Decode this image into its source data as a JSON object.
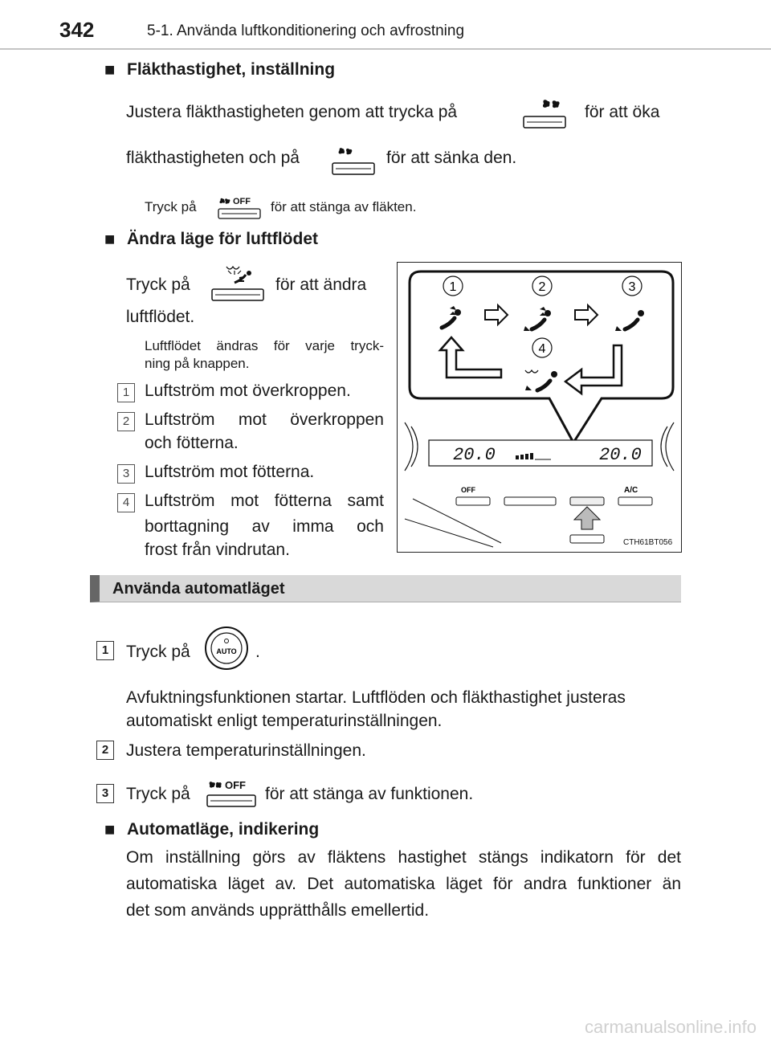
{
  "header": {
    "page_number": "342",
    "chapter": "5-1. Använda luftkonditionering och avfrostning"
  },
  "fan_speed": {
    "heading": "Fläkthastighet, inställning",
    "line1_a": "Justera fläkthastigheten genom att trycka på",
    "line1_b": "för att öka",
    "line2_a": "fläkthastigheten och på",
    "line2_b": "för att sänka den.",
    "note_a": "Tryck på",
    "note_b": "för att stänga av fläkten."
  },
  "airflow": {
    "heading": "Ändra läge för luftflödet",
    "line1_a": "Tryck på",
    "line1_b": "för att ändra",
    "line2": "luftflödet.",
    "note1": "Luftflödet ändras för varje tryck-",
    "note2": "ning på knappen.",
    "items": [
      {
        "num": "1",
        "lines": [
          "Luftström mot överkroppen."
        ]
      },
      {
        "num": "2",
        "lines": [
          "Luftström mot överkroppen",
          "och fötterna."
        ]
      },
      {
        "num": "3",
        "lines": [
          "Luftström mot fötterna."
        ]
      },
      {
        "num": "4",
        "lines": [
          "Luftström mot fötterna samt",
          "borttagning av imma och",
          "frost från vindrutan."
        ]
      }
    ]
  },
  "diagram": {
    "callouts": [
      "1",
      "2",
      "3",
      "4"
    ],
    "display_left": "20.0",
    "display_right": "20.0",
    "btn_off": "OFF",
    "btn_ac": "A/C",
    "code": "CTH61BT056"
  },
  "auto": {
    "section_title": "Använda automatläget",
    "steps": [
      {
        "num": "1",
        "text_a": "Tryck på",
        "text_b": "."
      },
      {
        "num": "2",
        "text": "Justera temperaturinställningen."
      },
      {
        "num": "3",
        "text_a": "Tryck på",
        "text_b": "för att stänga av funktionen."
      }
    ],
    "step1_detail1": "Avfuktningsfunktionen startar. Luftflöden och fläkthastighet justeras",
    "step1_detail2": "automatiskt enligt temperaturinställningen.",
    "auto_label": "AUTO",
    "indicator_heading": "Automatläge, indikering",
    "indicator_lines": [
      "Om inställning görs av fläktens hastighet stängs indikatorn för det",
      "automatiska läget av. Det automatiska läget för andra funktioner än",
      "det som används upprätthålls emellertid."
    ]
  },
  "footer": {
    "watermark": "carmanualsonline.info"
  }
}
